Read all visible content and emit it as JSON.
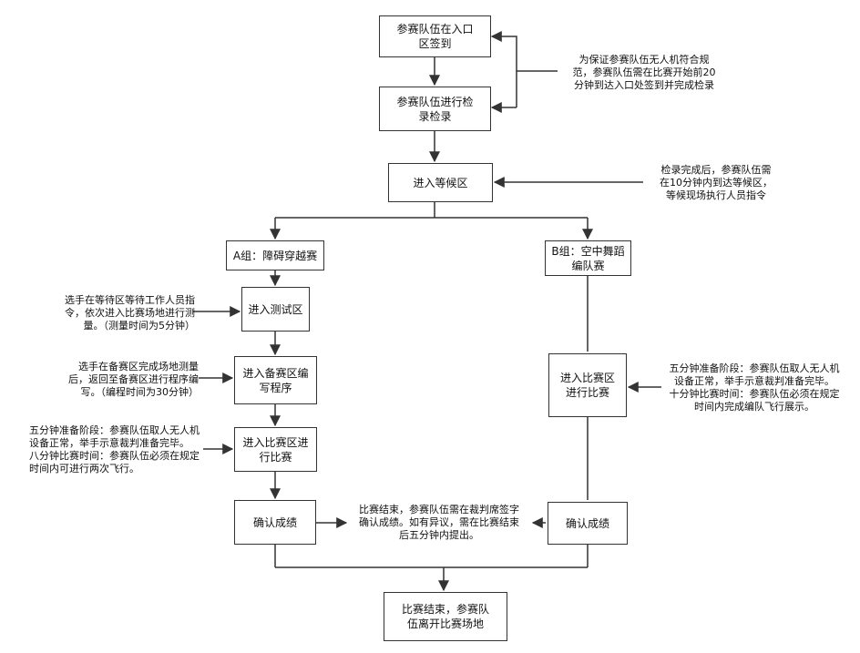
{
  "nodes": {
    "checkin": "参赛队伍在入口\n区签到",
    "inspection": "参赛队伍进行检\n录检录",
    "waiting_area": "进入等候区",
    "group_a": "A组：障碍穿越赛",
    "group_b": "B组：空中舞蹈\n编队赛",
    "test_area": "进入测试区",
    "prep_area": "进入备赛区编\n写程序",
    "a_compete": "进入比赛区进\n行比赛",
    "b_compete": "进入比赛区\n进行比赛",
    "a_confirm": "确认成绩",
    "b_confirm": "确认成绩",
    "end": "比赛结束，参赛队\n伍离开比赛场地"
  },
  "notes": {
    "checkin_rule": "为保证参赛队伍无人机符合规\n范，参赛队伍需在比赛开始前20\n分钟到达入口处签到并完成检录",
    "waiting_rule": "检录完成后，参赛队伍需\n在10分钟内到达等候区，\n等候现场执行人员指令",
    "test_rule": "选手在等待区等待工作人员指\n令，依次进入比赛场地进行测\n量。（测量时间为5分钟）",
    "prep_rule": "选手在备赛区完成场地测量\n后，返回至备赛区进行程序编\n写。（编程时间为30分钟）",
    "a_compete_rule": "五分钟准备阶段：参赛队伍取人无人机\n设备正常，举手示意裁判准备完毕。\n八分钟比赛时间：参赛队伍必须在规定\n时间内可进行两次飞行。",
    "b_compete_rule": "五分钟准备阶段：参赛队伍取人无人机\n设备正常，举手示意裁判准备完毕。\n十分钟比赛时间：参赛队伍必须在规定\n时间内完成编队飞行展示。",
    "confirm_rule": "比赛结束，参赛队伍需在裁判席签字\n确认成绩。如有异议，需在比赛结束\n后五分钟内提出。"
  },
  "colors": {
    "stroke": "#333333",
    "text": "#111111",
    "background": "#ffffff"
  }
}
